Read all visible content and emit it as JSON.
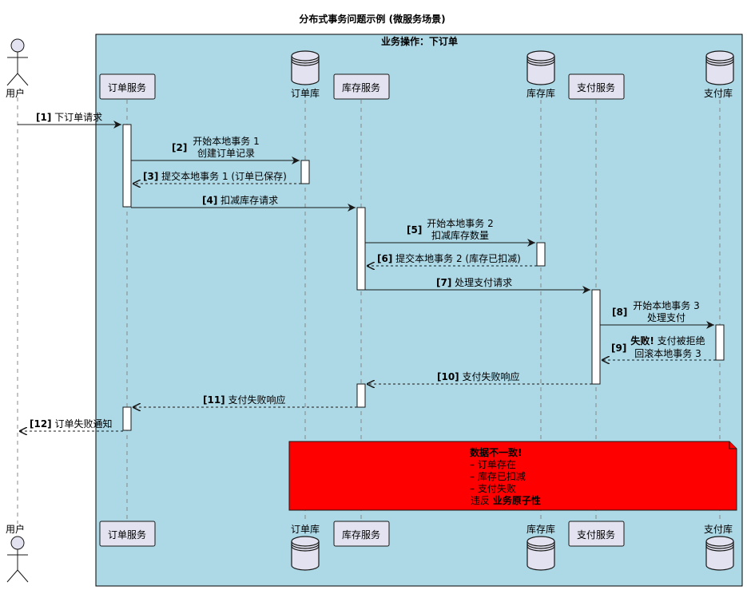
{
  "title": "分布式事务问题示例 (微服务场景)",
  "group": {
    "label": "业务操作：下订单",
    "color": "#ADD8E6"
  },
  "participants": {
    "user": "用户",
    "order_service": "订单服务",
    "order_db": "订单库",
    "inventory_service": "库存服务",
    "inventory_db": "库存库",
    "payment_service": "支付服务",
    "payment_db": "支付库"
  },
  "messages": [
    {
      "num": "[1]",
      "lines": [
        "下订单请求"
      ]
    },
    {
      "num": "[2]",
      "lines": [
        "开始本地事务 1",
        "创建订单记录"
      ]
    },
    {
      "num": "[3]",
      "lines": [
        "提交本地事务 1 (订单已保存)"
      ]
    },
    {
      "num": "[4]",
      "lines": [
        "扣减库存请求"
      ]
    },
    {
      "num": "[5]",
      "lines": [
        "开始本地事务 2",
        "扣减库存数量"
      ]
    },
    {
      "num": "[6]",
      "lines": [
        "提交本地事务 2 (库存已扣减)"
      ]
    },
    {
      "num": "[7]",
      "lines": [
        "处理支付请求"
      ]
    },
    {
      "num": "[8]",
      "lines": [
        "开始本地事务 3",
        "处理支付"
      ]
    },
    {
      "num": "[9]",
      "bold_prefix": "失败!",
      "lines": [
        " 支付被拒绝",
        "回滚本地事务 3"
      ]
    },
    {
      "num": "[10]",
      "lines": [
        "支付失败响应"
      ]
    },
    {
      "num": "[11]",
      "lines": [
        "支付失败响应"
      ]
    },
    {
      "num": "[12]",
      "lines": [
        "订单失败通知"
      ]
    }
  ],
  "note": {
    "color": "#FF0000",
    "line1": "数据不一致!",
    "line2": "– 订单存在",
    "line3": "– 库存已扣减",
    "line4": "– 支付失败",
    "line5_prefix": " 违反 ",
    "line5_bold": "业务原子性"
  }
}
